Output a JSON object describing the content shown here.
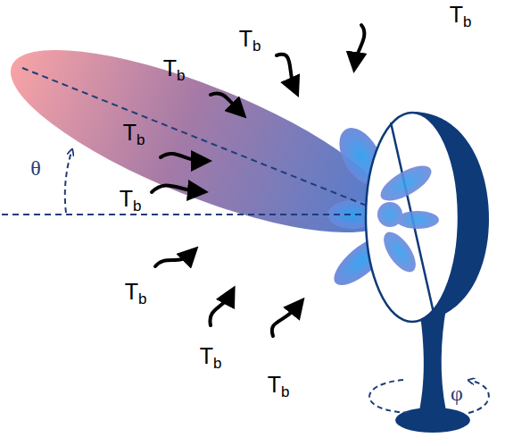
{
  "diagram": {
    "labels": [
      "Tb",
      "Tb",
      "Tb",
      "Tb",
      "Tb",
      "Tb",
      "Tb",
      "Tb",
      "θ",
      "φ"
    ]
  }
}
